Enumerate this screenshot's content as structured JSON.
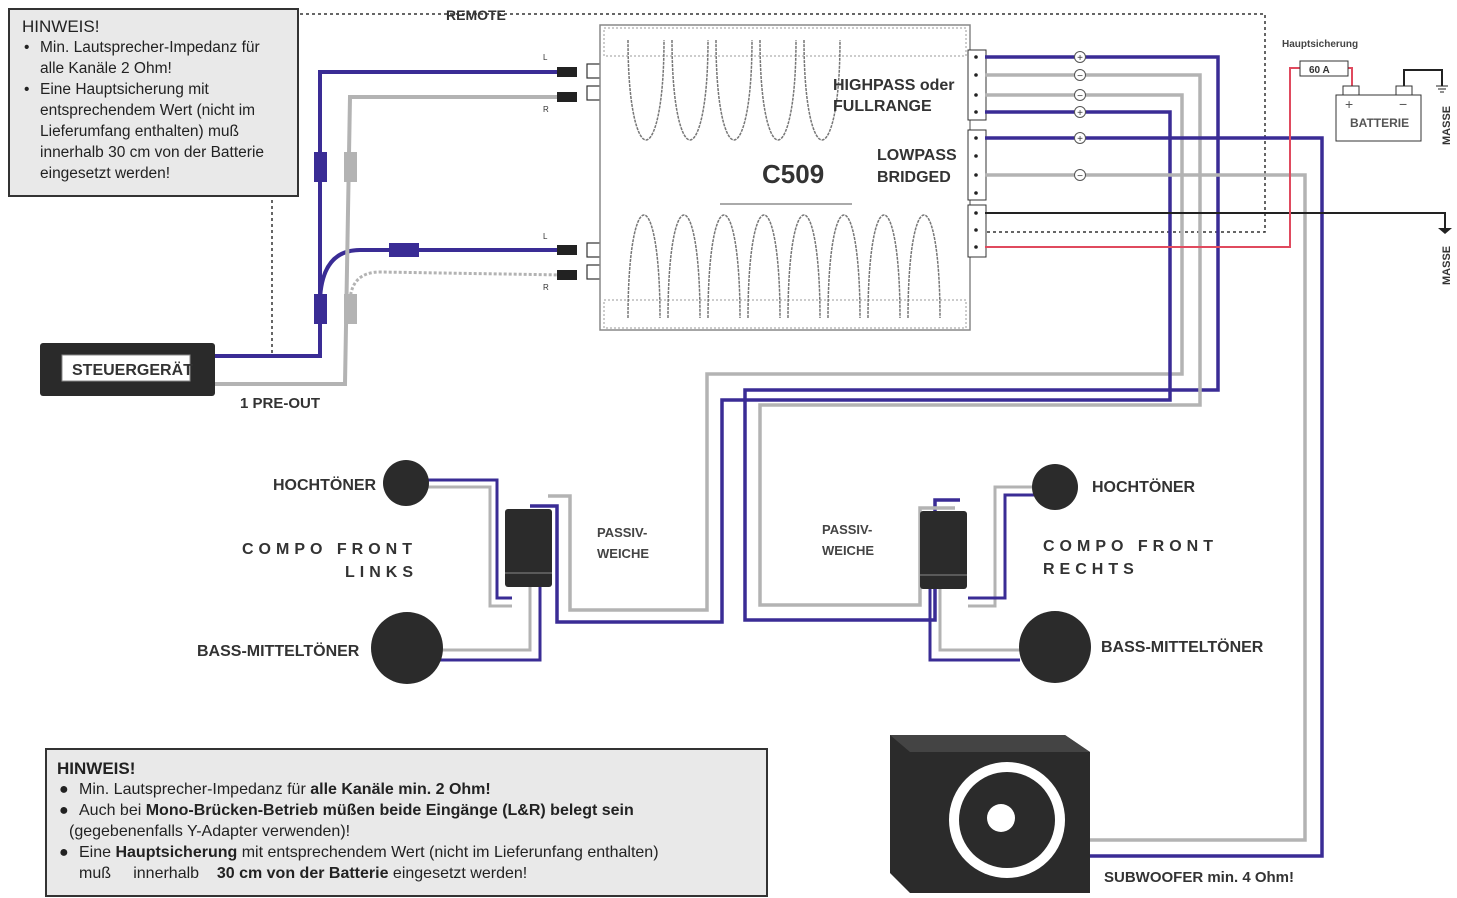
{
  "hint_top": {
    "title": "HINWEIS!",
    "items": [
      "Min. Lautsprecher-Impedanz für alle Kanäle 2 Ohm!",
      "Eine Hauptsicherung mit entsprechendem Wert (nicht im Lieferumfang enthalten) muß innerhalb 30 cm von der Batterie eingesetzt werden!"
    ]
  },
  "hint_bottom": {
    "title": "HINWEIS!",
    "item1": {
      "text": "Min. Lautsprecher-Impedanz für ",
      "bold": "alle Kanäle min. 2 Ohm!"
    },
    "item2": {
      "text": "Auch bei ",
      "bold": "Mono-Brücken-Betrieb müßen beide Eingänge (L&R) belegt sein",
      "line2": "(gegebenenfalls Y-Adapter verwenden)!"
    },
    "item3": {
      "text": "Eine ",
      "bold": "Hauptsicherung",
      "text2": " mit entsprechendem Wert (nicht im Lieferunfang enthalten)",
      "line2a": "muß     innerhalb    ",
      "bold2": "30 cm von der Batterie",
      "line2b": " eingesetzt werden!"
    }
  },
  "labels": {
    "remote": "REMOTE",
    "head_unit": "STEUERGERÄT",
    "pre_out": "1 PRE-OUT",
    "amp_model": "C509",
    "highpass": "HIGHPASS oder",
    "fullrange": "FULLRANGE",
    "lowpass": "LOWPASS",
    "bridged": "BRIDGED",
    "rca_l": "L",
    "rca_r": "R",
    "main_fuse": "Hauptsicherung",
    "fuse_value": "60 A",
    "battery": "BATTERIE",
    "ground": "MASSE",
    "tweeter": "HOCHTÖNER",
    "woofer": "BASS-MITTELTÖNER",
    "compo_left_1": "COMPO FRONT",
    "compo_left_2": "LINKS",
    "compo_right_1": "COMPO FRONT",
    "compo_right_2": "RECHTS",
    "crossover_1": "PASSIV-",
    "crossover_2": "WEICHE",
    "subwoofer": "SUBWOOFER min. 4 Ohm!",
    "plus": "+",
    "minus": "−"
  },
  "colors": {
    "signal_wire": "#3a2c95",
    "gray_wire": "#b3b3b3",
    "power_wire": "#e04a5e",
    "ground_wire": "#222222",
    "hint_bg": "#e9e9e9"
  }
}
